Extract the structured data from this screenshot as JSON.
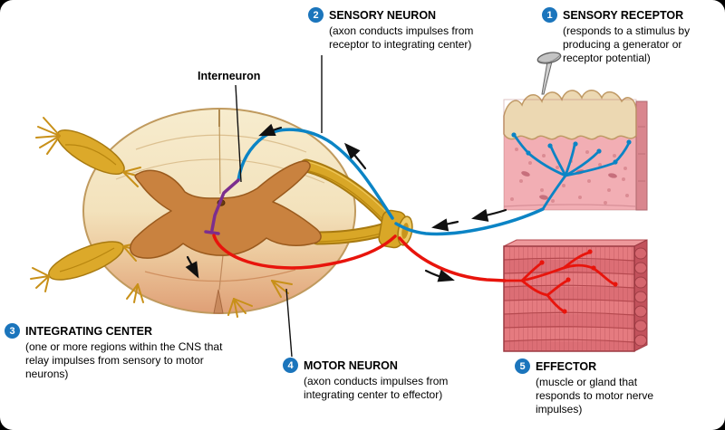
{
  "labels": {
    "interneuron": "Interneuron"
  },
  "steps": [
    {
      "num": "1",
      "title": "SENSORY RECEPTOR",
      "desc": "(responds to a stimulus by producing a generator or receptor potential)"
    },
    {
      "num": "2",
      "title": "SENSORY NEURON",
      "desc": "(axon conducts impulses from receptor to integrating center)"
    },
    {
      "num": "3",
      "title": "INTEGRATING CENTER",
      "desc": "(one or more regions within the CNS that relay impulses from sensory to motor neurons)"
    },
    {
      "num": "4",
      "title": "MOTOR NEURON",
      "desc": "(axon conducts impulses from integrating center to effector)"
    },
    {
      "num": "5",
      "title": "EFFECTOR",
      "desc": "(muscle or gland that responds to motor nerve impulses)"
    }
  ],
  "colors": {
    "badge_blue": "#1b75bc",
    "sensory_path_blue": "#0b84c5",
    "motor_path_red": "#e8140c",
    "interneuron_purple": "#7c2e8e",
    "nerve_gold": "#d9a727",
    "cord_cream": "#f4e6c4",
    "gray_matter_brown": "#c9823f",
    "skin_pink": "#f2aeb4",
    "muscle_pink": "#e57b80",
    "frame_black": "#000000"
  }
}
